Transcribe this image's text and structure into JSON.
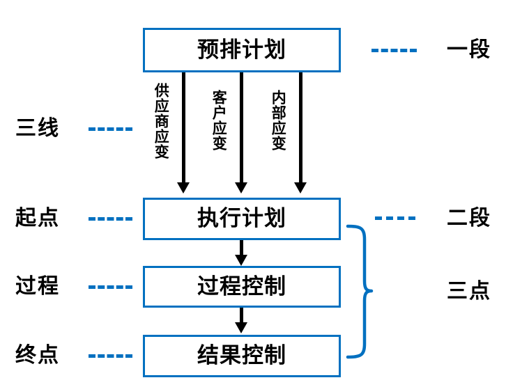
{
  "diagram": {
    "title_boxes": [
      {
        "id": "plan",
        "label": "预排计划"
      },
      {
        "id": "exec",
        "label": "执行计划"
      },
      {
        "id": "process",
        "label": "过程控制"
      },
      {
        "id": "result",
        "label": "结果控制"
      }
    ],
    "flow_captions": [
      {
        "id": "supplier",
        "label": "供应商应变"
      },
      {
        "id": "customer",
        "label": "客户应变"
      },
      {
        "id": "internal",
        "label": "内部应变"
      }
    ],
    "left_labels": [
      {
        "id": "three-lines",
        "label": "三线"
      },
      {
        "id": "start",
        "label": "起点"
      },
      {
        "id": "process",
        "label": "过程"
      },
      {
        "id": "end",
        "label": "终点"
      }
    ],
    "right_labels": [
      {
        "id": "stage-one",
        "label": "一段"
      },
      {
        "id": "stage-two",
        "label": "二段"
      },
      {
        "id": "three-points",
        "label": "三点"
      }
    ],
    "colors": {
      "accent_blue": "#0070C0",
      "text_black": "#000000",
      "background": "#FFFFFF"
    }
  }
}
